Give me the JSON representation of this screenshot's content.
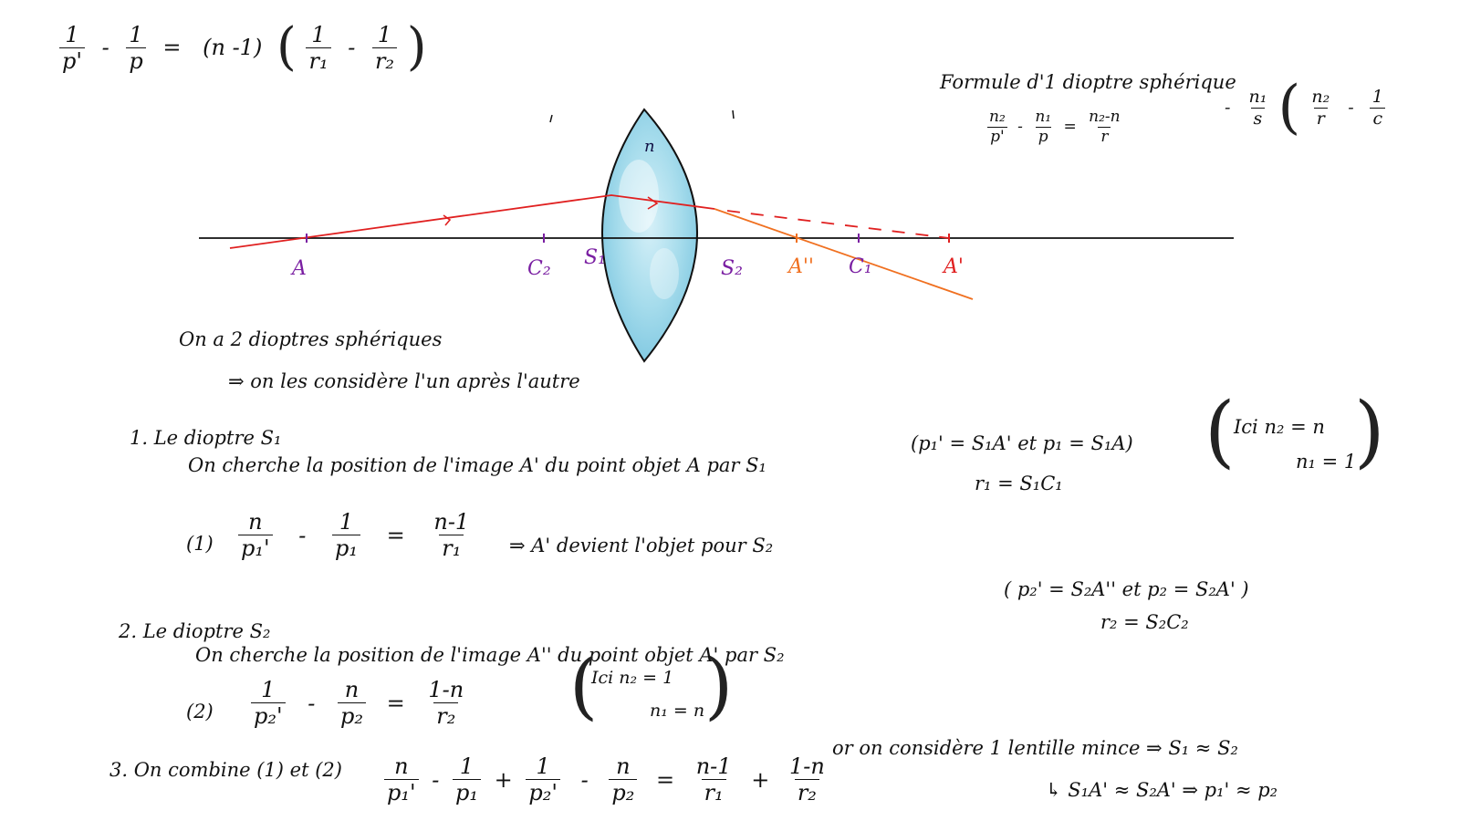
{
  "colors": {
    "ink": "#111111",
    "ray_incident": "#e02020",
    "ray_emergent": "#f07020",
    "point_label": "#7a1fa2",
    "image_label": "#f07020",
    "lens_fill": "#8fd0e6"
  },
  "formula_top": {
    "n1": "1",
    "d1": "p'",
    "op1": "-",
    "n2": "1",
    "d2": "p",
    "eq": "=",
    "factor": "(n -1)",
    "lp": "(",
    "n3": "1",
    "d3": "r₁",
    "op2": "-",
    "n4": "1",
    "d4": "r₂",
    "rp": ")"
  },
  "dioptre_formula": {
    "title": "Formule d'1 dioptre sphérique",
    "n1": "n₂",
    "d1": "p'",
    "op1": "-",
    "n2": "n₁",
    "d2": "p",
    "eq": "=",
    "n3": "n₂-n",
    "d3": "r"
  },
  "margin_note": {
    "dash": "-",
    "n1": "n₁",
    "d1": "s",
    "lp": "(",
    "n2": "n₂",
    "d2": "r",
    "minus": "-",
    "n3": "1",
    "d3": "c"
  },
  "diagram": {
    "lens_label": "n",
    "points": [
      {
        "name": "A",
        "label": "A"
      },
      {
        "name": "C2",
        "label": "C₂"
      },
      {
        "name": "S1",
        "label": "S₁"
      },
      {
        "name": "S2",
        "label": "S₂"
      },
      {
        "name": "A2",
        "label": "A''"
      },
      {
        "name": "C1",
        "label": "C₁"
      },
      {
        "name": "A1",
        "label": "A'"
      }
    ]
  },
  "intro": {
    "line1": "On a 2 dioptres sphériques",
    "line2": "⇒ on les considère l'un après l'autre"
  },
  "step1": {
    "title": "1. Le dioptre S₁",
    "text": "On cherche la position de l'image A' du point objet A par S₁",
    "note_a": "(p₁' = S₁A' et p₁ = S₁A)",
    "note_b": "r₁ = S₁C₁",
    "note_c1": "Ici n₂ = n",
    "note_c2": "n₁ = 1",
    "eq_label": "(1)",
    "eq": {
      "n1": "n",
      "d1": "p₁'",
      "op": "-",
      "n2": "1",
      "d2": "p₁",
      "eq": "=",
      "n3": "n-1",
      "d3": "r₁"
    },
    "conclusion": "⇒ A' devient l'objet pour S₂"
  },
  "step2": {
    "title": "2. Le dioptre S₂",
    "text": "On cherche la position de l'image A'' du point objet A' par S₂",
    "note_a": "( p₂' = S₂A'' et p₂ = S₂A' )",
    "note_b": "r₂ = S₂C₂",
    "note_c1": "Ici n₂ = 1",
    "note_c2": "n₁ = n",
    "eq_label": "(2)",
    "eq": {
      "n1": "1",
      "d1": "p₂'",
      "op": "-",
      "n2": "n",
      "d2": "p₂",
      "eq": "=",
      "n3": "1-n",
      "d3": "r₂"
    }
  },
  "step3": {
    "title": "3. On combine (1) et (2)",
    "eq": {
      "n1": "n",
      "d1": "p₁'",
      "op1": "-",
      "n2": "1",
      "d2": "p₁",
      "op2": "+",
      "n3": "1",
      "d3": "p₂'",
      "op3": "-",
      "n4": "n",
      "d4": "p₂",
      "eq": "=",
      "n5": "n-1",
      "d5": "r₁",
      "op4": "+",
      "n6": "1-n",
      "d6": "r₂"
    },
    "remark1": "or on considère 1 lentille mince ⇒ S₁ ≈ S₂",
    "remark2": "↳ S₁A' ≈ S₂A' ⇒ p₁' ≈ p₂"
  }
}
